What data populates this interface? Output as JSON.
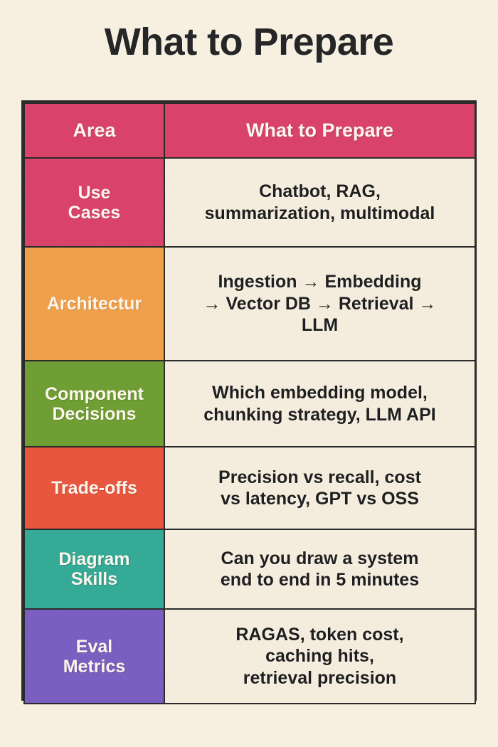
{
  "page": {
    "title": "What to Prepare",
    "background_color": "#f7f0e1",
    "text_color": "#262626"
  },
  "table": {
    "border_color": "#2b2b2b",
    "cell_background": "#f4edde",
    "headers": {
      "area": "Area",
      "prepare": "What to Prepare"
    },
    "header_background": "#d9436a",
    "header_text_color": "#fdf6ec",
    "rows": [
      {
        "area": "Use\nCases",
        "area_line1": "Use",
        "area_line2": "Cases",
        "prepare": "Chatbot, RAG, summarization, multimodal",
        "prepare_line1": "Chatbot, RAG,",
        "prepare_line2": "summarization, multimodal",
        "color": "#d9436a"
      },
      {
        "area": "Architectur",
        "area_line1": "Architectur",
        "area_line2": "",
        "prepare": "Ingestion → Embedding → Vector DB → Retrieval → LLM",
        "prepare_line1": "Ingestion → Embedding",
        "prepare_line2": "→ Vector DB → Retrieval →",
        "prepare_line3": "LLM",
        "color": "#f0a04b"
      },
      {
        "area": "Component\nDecisions",
        "area_line1": "Component",
        "area_line2": "Decisions",
        "prepare": "Which embedding model, chunking strategy, LLM API",
        "prepare_line1": "Which embedding model,",
        "prepare_line2": "chunking strategy, LLM API",
        "color": "#6e9e34"
      },
      {
        "area": "Trade-offs",
        "area_line1": "Trade-offs",
        "area_line2": "",
        "prepare": "Precision vs recall, cost vs latency, GPT vs OSS",
        "prepare_line1": "Precision vs recall, cost",
        "prepare_line2": "vs latency, GPT vs OSS",
        "color": "#e8563f"
      },
      {
        "area": "Diagram\nSkills",
        "area_line1": "Diagram",
        "area_line2": "Skills",
        "prepare": "Can you draw a system end to end in 5 minutes",
        "prepare_line1": "Can you draw a system",
        "prepare_line2": "end to end in 5 minutes",
        "color": "#35aa96"
      },
      {
        "area": "Eval\nMetrics",
        "area_line1": "Eval",
        "area_line2": "Metrics",
        "prepare": "RAGAS, token cost, caching hits, retrieval precision",
        "prepare_line1": "RAGAS, token cost,",
        "prepare_line2": "caching hits,",
        "prepare_line3": "retrieval precision",
        "color": "#7a5fc0"
      }
    ]
  }
}
